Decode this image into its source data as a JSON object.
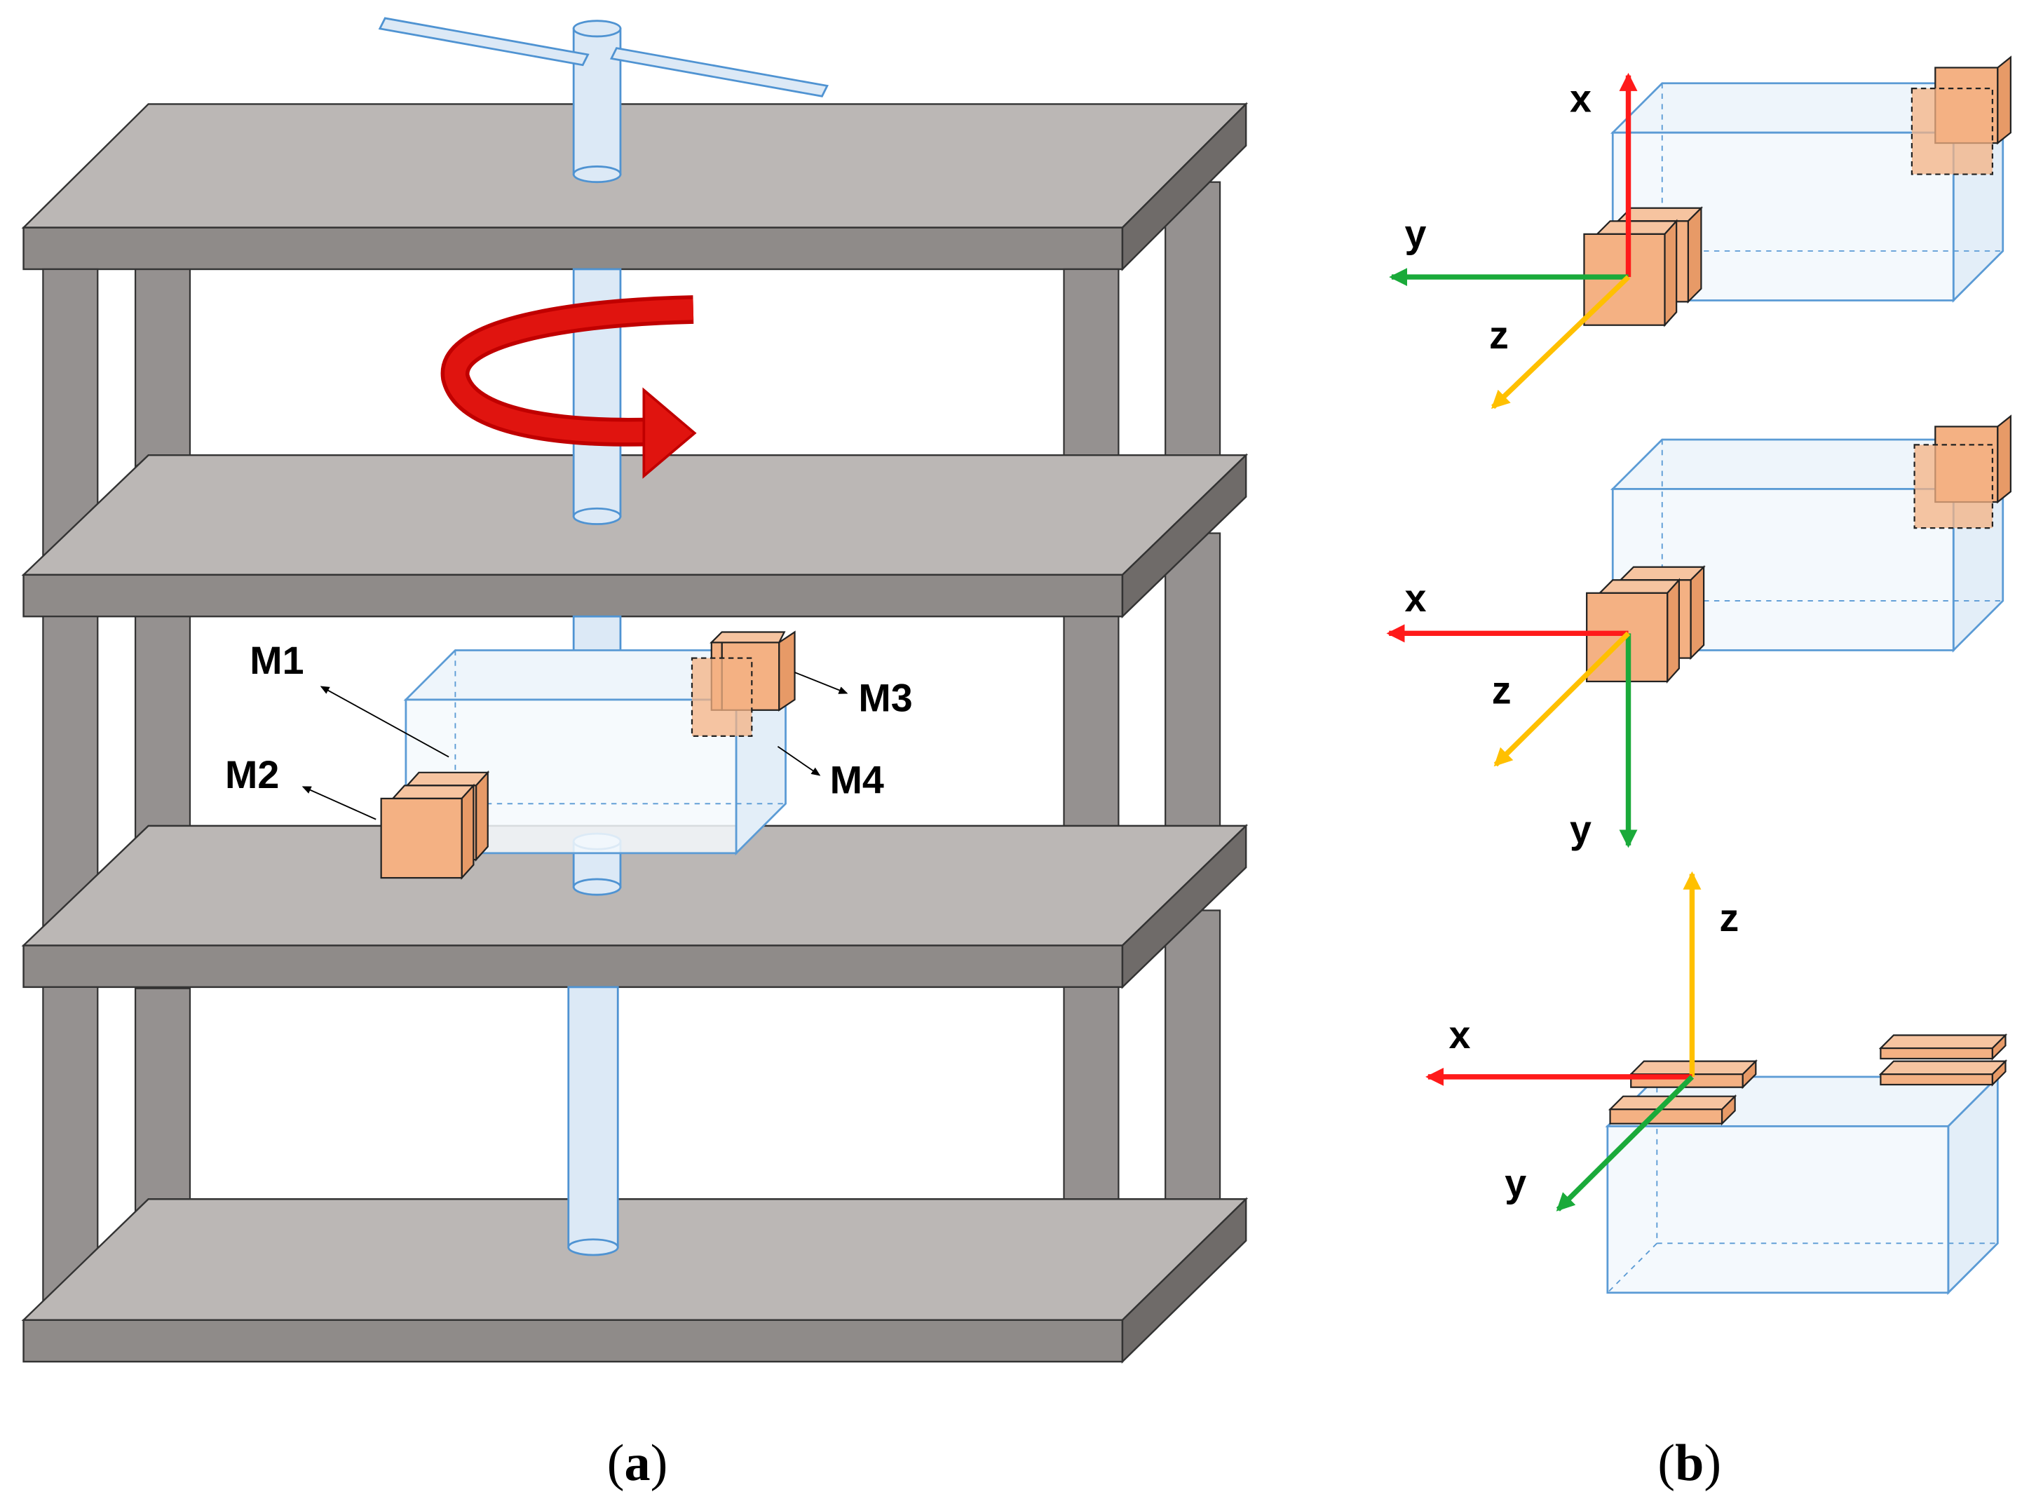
{
  "labels": {
    "m1": "M1",
    "m2": "M2",
    "m3": "M3",
    "m4": "M4"
  },
  "panel_b": {
    "top": {
      "x": "x",
      "y": "y",
      "z": "z"
    },
    "middle": {
      "x": "x",
      "y": "y",
      "z": "z"
    },
    "bottom": {
      "x": "x",
      "y": "y",
      "z": "z"
    }
  },
  "captions": {
    "a_open": "(",
    "a_letter": "a",
    "a_close": ")",
    "b_open": "(",
    "b_letter": "b",
    "b_close": ")"
  },
  "colors": {
    "plate_top": "#bbb7b5",
    "plate_front": "#8f8b89",
    "plate_side": "#6f6b69",
    "pillar": "#959190",
    "shaft": "#dce9f6",
    "shaft_edge": "#4f93d2",
    "sample_edge": "#5b9bd5",
    "sample_fill": "#eef5fb",
    "magnet": "#f4b183",
    "rotation_arrow": "#e0140f",
    "axis_x": "#ff1a1a",
    "axis_y": "#1aaa3a",
    "axis_z": "#ffc000"
  }
}
